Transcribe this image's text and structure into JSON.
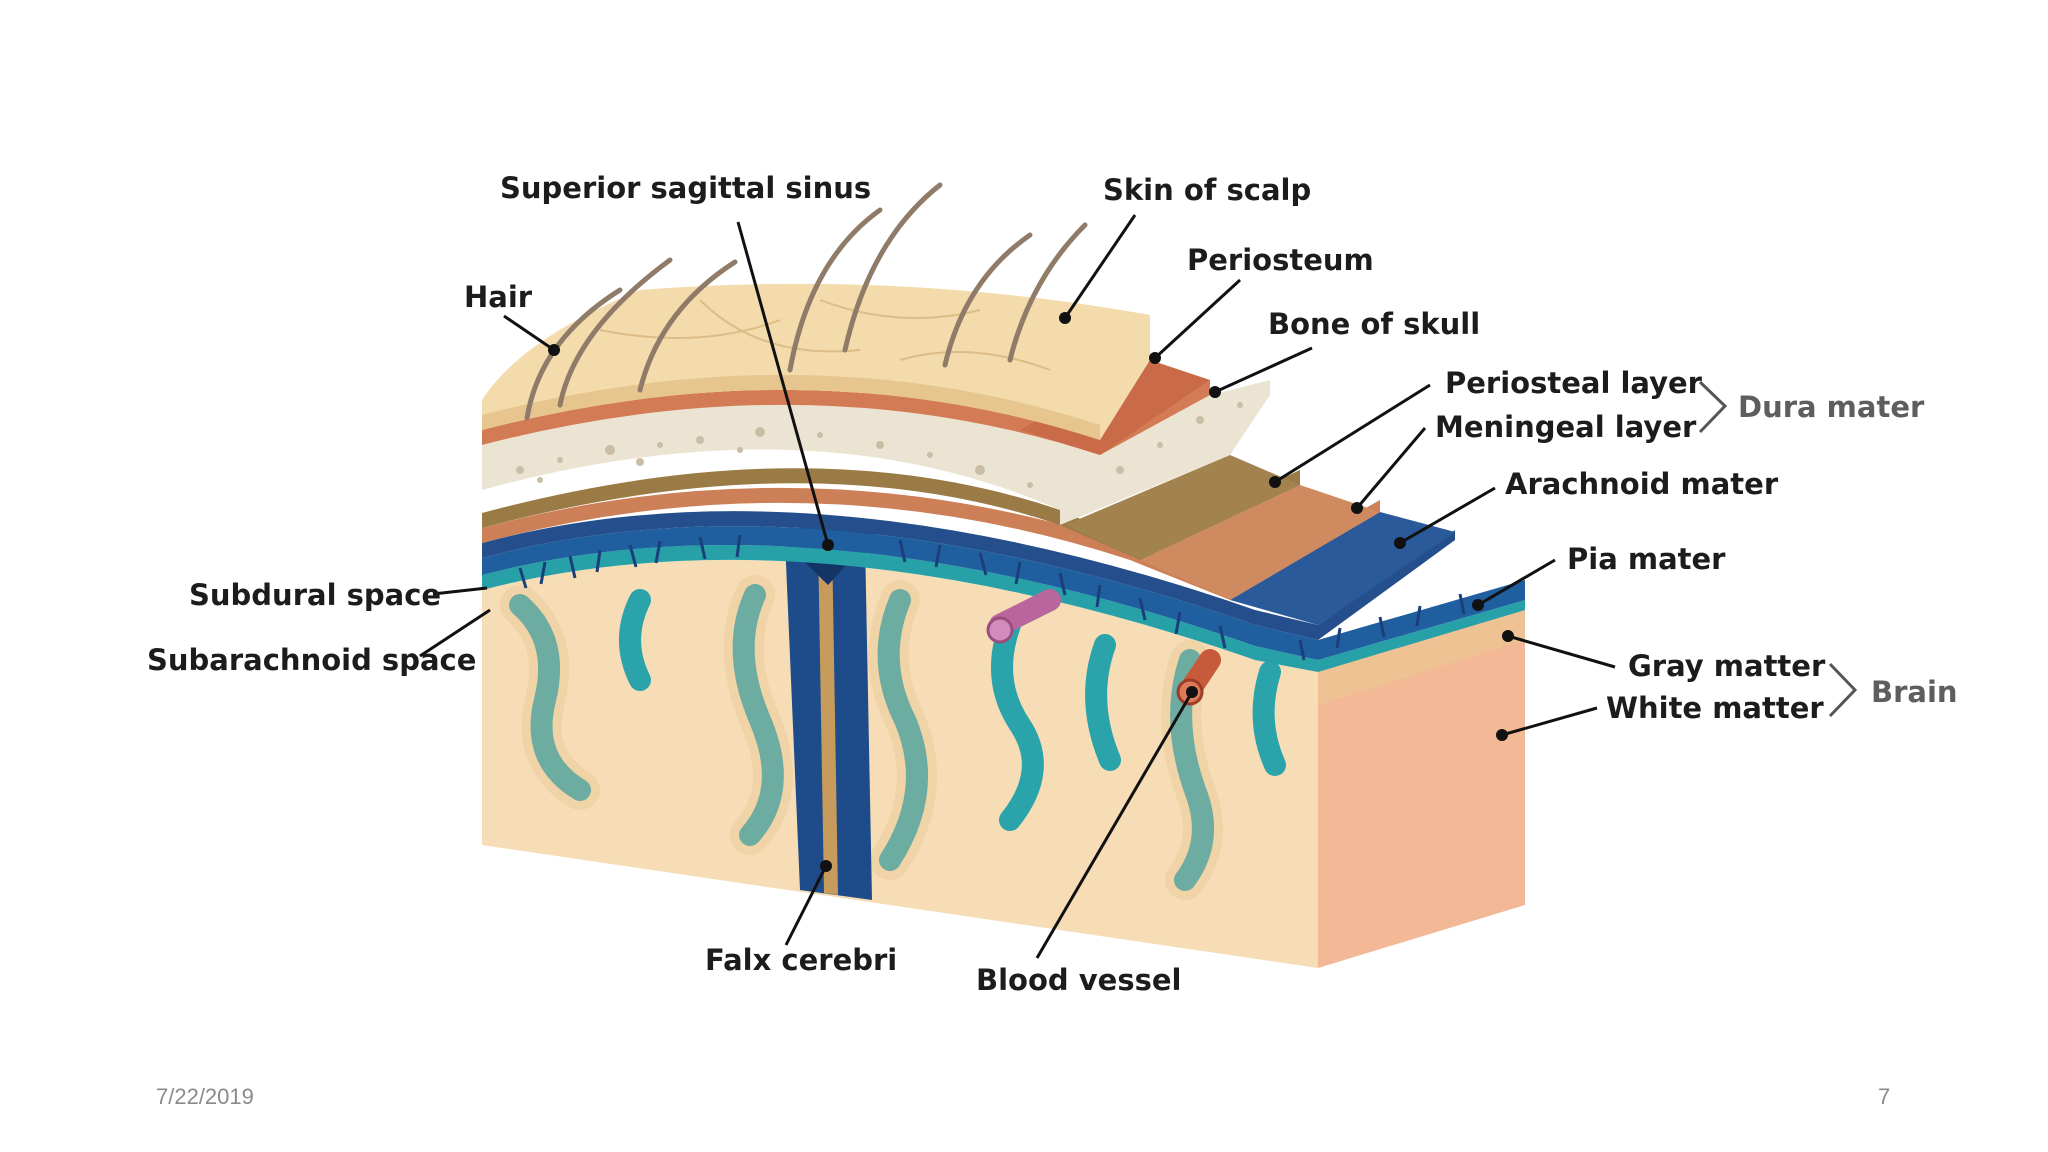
{
  "footer": {
    "date": "7/22/2019",
    "page_number": "7"
  },
  "labels": {
    "superior_sagittal_sinus": "Superior sagittal sinus",
    "skin_of_scalp": "Skin of scalp",
    "hair": "Hair",
    "periosteum": "Periosteum",
    "bone_of_skull": "Bone of skull",
    "periosteal_layer": "Periosteal layer",
    "meningeal_layer": "Meningeal layer",
    "arachnoid_mater": "Arachnoid mater",
    "pia_mater": "Pia mater",
    "subdural_space": "Subdural space",
    "subarachnoid_space": "Subarachnoid space",
    "gray_matter": "Gray matter",
    "white_matter": "White matter",
    "falx_cerebri": "Falx cerebri",
    "blood_vessel": "Blood vessel"
  },
  "groups": {
    "dura_mater": "Dura mater",
    "brain": "Brain"
  },
  "colors": {
    "scalp": "#f3dbab",
    "periosteum": "#d37b55",
    "bone": "#ece4d2",
    "dura_periosteal": "#9a7a45",
    "dura_meningeal": "#cd7f57",
    "arachnoid": "#1f4f8e",
    "pia": "#28a0a8",
    "white_matter": "#f6ddb6",
    "gray_matter_side": "#f2b694",
    "sinus": "#163a70",
    "group_label": "#5e5e5e",
    "footer_text": "#8a8a8a"
  }
}
